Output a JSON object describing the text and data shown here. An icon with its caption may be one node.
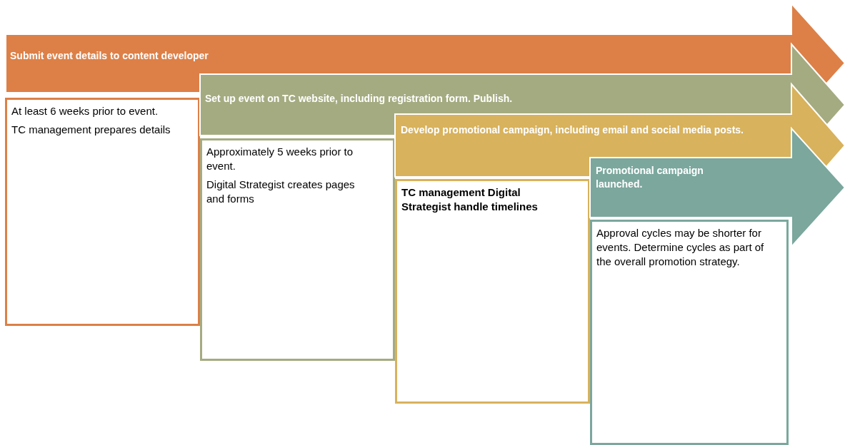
{
  "diagram": {
    "nodes": [
      {
        "text": [
          "Submit event details to content developer"
        ]
      },
      {
        "text": [
          "At least 6 weeks prior to event.",
          "TC management prepares details"
        ]
      },
      {
        "text": [
          "Set up event on TC website, including registration form. Publish."
        ]
      },
      {
        "text": [
          "Approximately 5 weeks prior to event.",
          "Digital Strategist creates pages and forms"
        ]
      },
      {
        "text": [
          "Develop promotional campaign, including email and social media posts."
        ]
      },
      {
        "text": [
          "TC management Digital Strategist handle timelines"
        ]
      },
      {
        "text": [
          "Promotional campaign launched."
        ]
      },
      {
        "text": [
          "Approval cycles may be shorter for events. Determine cycles as part of the overall promotion strategy."
        ]
      }
    ]
  }
}
